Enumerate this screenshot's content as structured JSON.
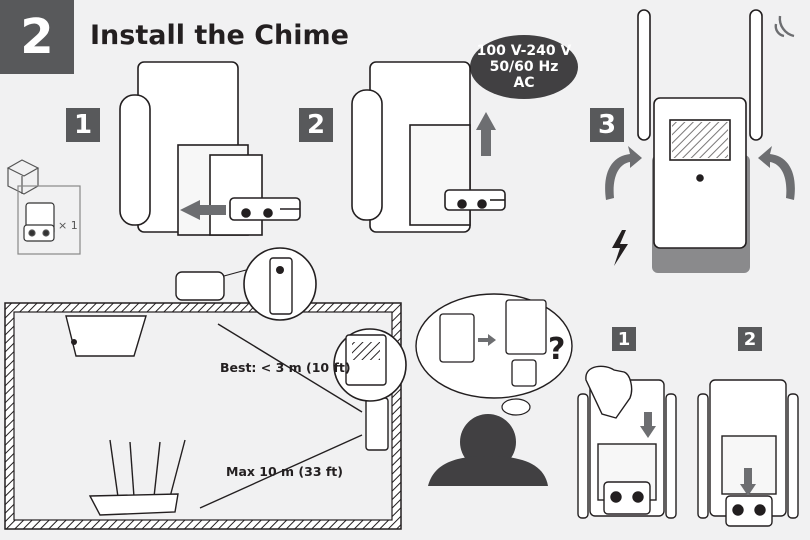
{
  "header": {
    "step": "2",
    "title": "Install the Chime"
  },
  "power_badge": {
    "lines": [
      "100 V-240 V",
      "50/60 Hz",
      "AC"
    ]
  },
  "steps": {
    "s1": "1",
    "s2": "2",
    "s3": "3",
    "sub1": "1",
    "sub2": "2"
  },
  "package": {
    "quantity": "× 1"
  },
  "distances": {
    "best": "Best: < 3 m (10 ft)",
    "max": "Max 10 m (33 ft)"
  },
  "question_mark": "?",
  "colors": {
    "badge": "#58595b",
    "dark": "#414042",
    "shadow": "#8a8a8c",
    "line": "#231f20"
  }
}
